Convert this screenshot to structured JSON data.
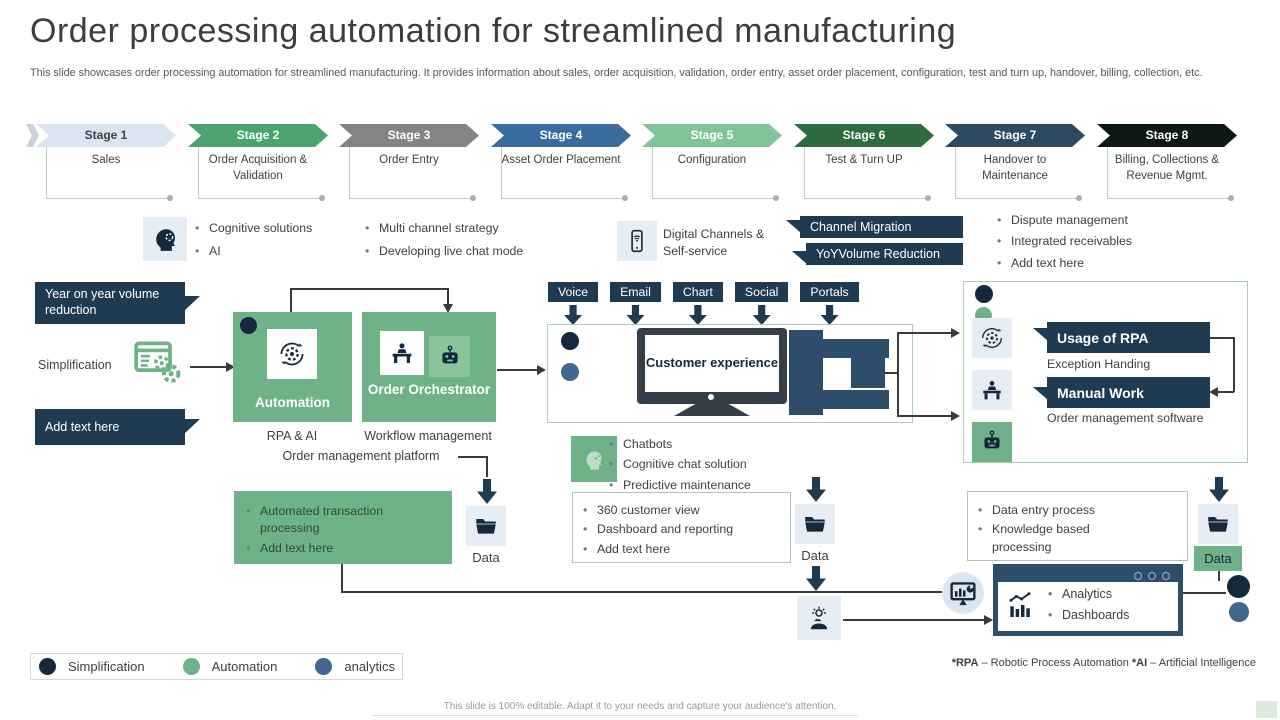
{
  "title": "Order processing automation for streamlined manufacturing",
  "subtitle": "This slide showcases order processing automation for streamlined manufacturing. It provides information about sales, order acquisition, validation, order entry, asset order placement, configuration, test and turn up, handover, billing, collection, etc.",
  "stages": [
    {
      "num": "Stage 1",
      "label": "Sales",
      "bg": "#dbe5f1",
      "fg": "#404040"
    },
    {
      "num": "Stage 2",
      "label": "Order Acquisition & Validation",
      "bg": "#4ba46f",
      "fg": "#ffffff"
    },
    {
      "num": "Stage 3",
      "label": "Order Entry",
      "bg": "#848484",
      "fg": "#ffffff"
    },
    {
      "num": "Stage 4",
      "label": "Asset Order Placement",
      "bg": "#3a6d9e",
      "fg": "#ffffff"
    },
    {
      "num": "Stage 5",
      "label": "Configuration",
      "bg": "#82c49a",
      "fg": "#ffffff"
    },
    {
      "num": "Stage 6",
      "label": "Test & Turn UP",
      "bg": "#2f6b41",
      "fg": "#ffffff"
    },
    {
      "num": "Stage 7",
      "label": "Handover to Maintenance",
      "bg": "#2d4a63",
      "fg": "#ffffff"
    },
    {
      "num": "Stage 8",
      "label": "Billing, Collections & Revenue Mgmt.",
      "bg": "#0e1813",
      "fg": "#ffffff"
    }
  ],
  "row2": {
    "cognitive_bullets": [
      "Cognitive solutions",
      "AI"
    ],
    "strategy_bullets": [
      "Multi channel strategy",
      "Developing live chat mode"
    ],
    "digital_label": "Digital Channels & Self-service",
    "callout_channel_migration": "Channel Migration",
    "callout_yoy": "YoYVolume Reduction",
    "dispute_bullets": [
      "Dispute management",
      "Integrated receivables",
      "Add text here"
    ]
  },
  "left": {
    "callout_yoy_volume": "Year on year volume reduction",
    "simplification_label": "Simplification",
    "callout_add_text": "Add text here",
    "automation_box": "Automation",
    "orchestrator_box": "Order Orchestrator",
    "caption_rpa": "RPA & AI",
    "caption_workflow": "Workflow management",
    "caption_platform": "Order management platform",
    "green_bullets": [
      "Automated transaction processing",
      "Add text here"
    ],
    "data_label": "Data"
  },
  "center": {
    "channels": [
      "Voice",
      "Email",
      "Chart",
      "Social",
      "Portals"
    ],
    "monitor_label": "Customer experience",
    "chat_bullets": [
      "Chatbots",
      "Cognitive chat solution",
      "Predictive maintenance"
    ],
    "view_bullets": [
      "360 customer view",
      "Dashboard and reporting",
      "Add text here"
    ],
    "data_label": "Data"
  },
  "right": {
    "callout_rpa": "Usage of RPA",
    "exception_label": "Exception Handing",
    "callout_manual": "Manual Work",
    "oms_label": "Order management software",
    "entry_bullets": [
      "Data entry process",
      "Knowledge based processing"
    ],
    "data_label": "Data",
    "analytics_bullets": [
      "Analytics",
      "Dashboards"
    ]
  },
  "legend": [
    {
      "label": "Simplification",
      "color": "#16283b"
    },
    {
      "label": "Automation",
      "color": "#6fb287"
    },
    {
      "label": "analytics",
      "color": "#41678f"
    }
  ],
  "footnote": {
    "rpa_term": "*RPA",
    "rpa_def": " – Robotic Process Automation ",
    "ai_term": "*AI",
    "ai_def": " – Artificial Intelligence"
  },
  "footer": "This slide is 100% editable.  Adapt it to your needs and capture your audience's attention."
}
